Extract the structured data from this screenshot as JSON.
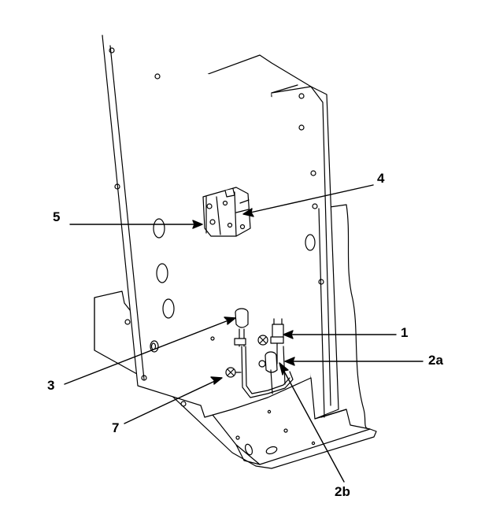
{
  "callouts": {
    "c1": "1",
    "c2a": "2a",
    "c2b": "2b",
    "c3": "3",
    "c4": "4",
    "c5": "5",
    "c7": "7"
  },
  "colors": {
    "line": "#000000",
    "background": "#ffffff"
  }
}
